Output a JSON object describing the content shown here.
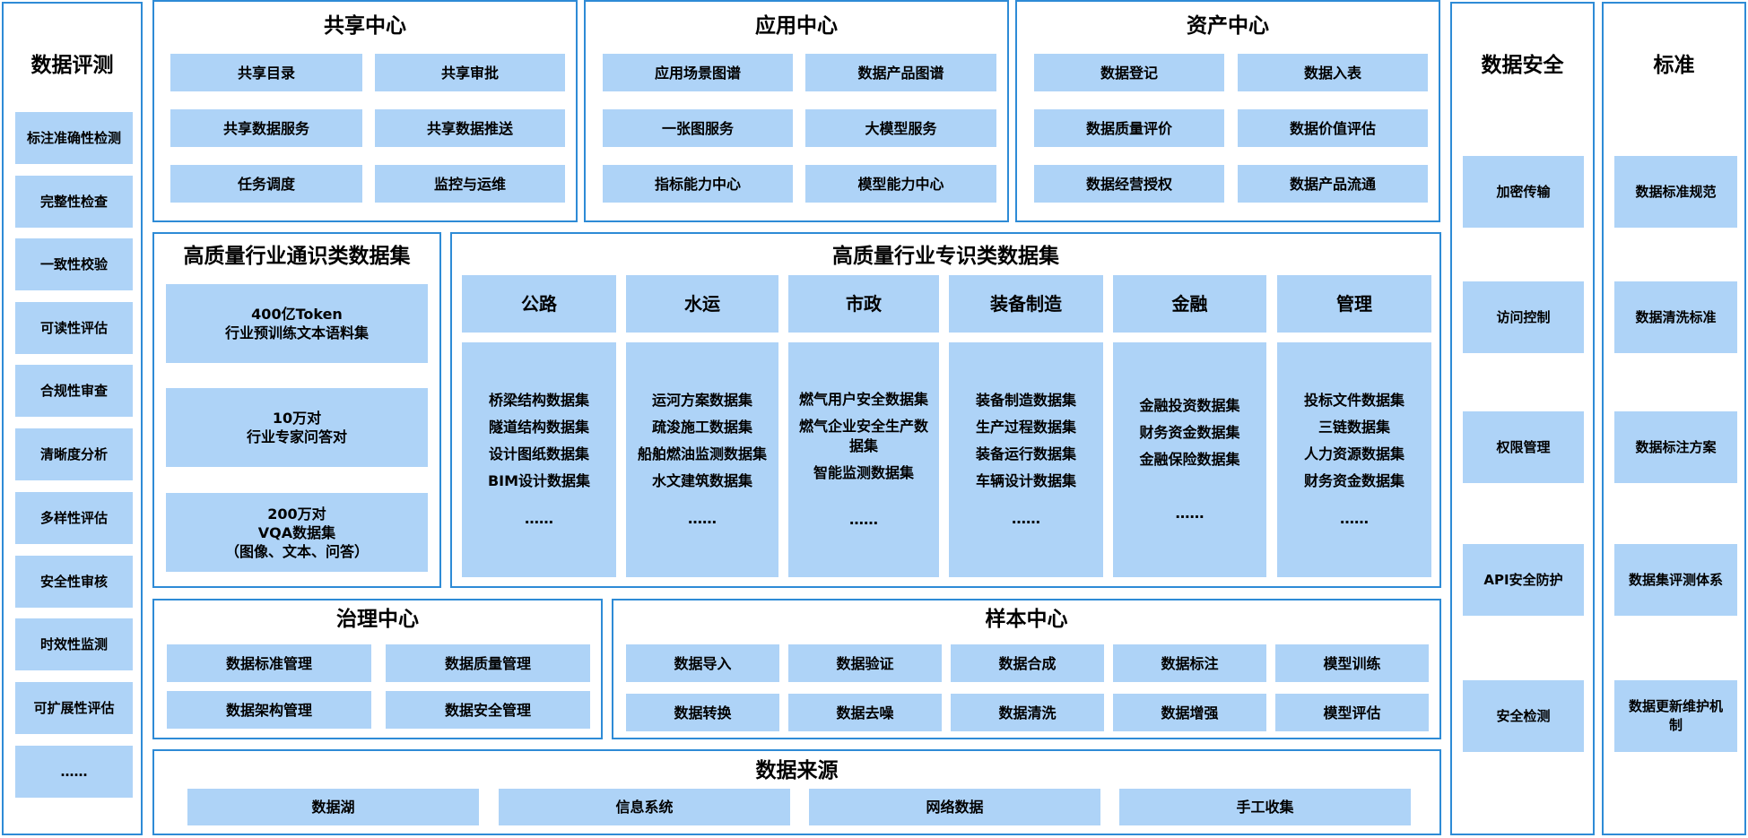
{
  "evaluation": {
    "title": "数据评测",
    "items": [
      "标注准确性检测",
      "完整性检查",
      "一致性校验",
      "可读性评估",
      "合规性审查",
      "清晰度分析",
      "多样性评估",
      "安全性审核",
      "时效性监测",
      "可扩展性评估",
      "……"
    ]
  },
  "share": {
    "title": "共享中心",
    "items": [
      "共享目录",
      "共享审批",
      "共享数据服务",
      "共享数据推送",
      "任务调度",
      "监控与运维"
    ]
  },
  "application": {
    "title": "应用中心",
    "items": [
      "应用场景图谱",
      "数据产品图谱",
      "一张图服务",
      "大模型服务",
      "指标能力中心",
      "模型能力中心"
    ]
  },
  "asset": {
    "title": "资产中心",
    "items": [
      "数据登记",
      "数据入表",
      "数据质量评价",
      "数据价值评估",
      "数据经营授权",
      "数据产品流通"
    ]
  },
  "general_dataset": {
    "title": "高质量行业通识类数据集",
    "items": [
      "400亿Token\n行业预训练文本语料集",
      "10万对\n行业专家问答对",
      "200万对\nVQA数据集\n（图像、文本、问答）"
    ]
  },
  "special_dataset": {
    "title": "高质量行业专识类数据集",
    "columns": [
      {
        "name": "公路",
        "items": [
          "桥梁结构数据集",
          "隧道结构数据集",
          "设计图纸数据集",
          "BIM设计数据集",
          "……"
        ]
      },
      {
        "name": "水运",
        "items": [
          "运河方案数据集",
          "疏浚施工数据集",
          "船舶燃油监测数据集",
          "水文建筑数据集",
          "……"
        ]
      },
      {
        "name": "市政",
        "items": [
          "燃气用户安全数据集",
          "燃气企业安全生产数据集",
          "智能监测数据集",
          "……"
        ]
      },
      {
        "name": "装备制造",
        "items": [
          "装备制造数据集",
          "生产过程数据集",
          "装备运行数据集",
          "车辆设计数据集",
          "……"
        ]
      },
      {
        "name": "金融",
        "items": [
          "金融投资数据集",
          "财务资金数据集",
          "金融保险数据集",
          "……"
        ]
      },
      {
        "name": "管理",
        "items": [
          "投标文件数据集",
          "三链数据集",
          "人力资源数据集",
          "财务资金数据集",
          "……"
        ]
      }
    ]
  },
  "governance": {
    "title": "治理中心",
    "items": [
      "数据标准管理",
      "数据质量管理",
      "数据架构管理",
      "数据安全管理"
    ]
  },
  "sample": {
    "title": "样本中心",
    "items": [
      "数据导入",
      "数据验证",
      "数据合成",
      "数据标注",
      "模型训练",
      "数据转换",
      "数据去噪",
      "数据清洗",
      "数据增强",
      "模型评估"
    ]
  },
  "source": {
    "title": "数据来源",
    "items": [
      "数据湖",
      "信息系统",
      "网络数据",
      "手工收集"
    ]
  },
  "security": {
    "title": "数据安全",
    "items": [
      "加密传输",
      "访问控制",
      "权限管理",
      "API安全防护",
      "安全检测"
    ]
  },
  "standard": {
    "title": "标准",
    "items": [
      "数据标准规范",
      "数据清洗标准",
      "数据标注方案",
      "数据集评测体系",
      "数据更新维护机制"
    ]
  },
  "colors": {
    "border": "#2e8bd6",
    "box_fill": "#aed3f7"
  }
}
